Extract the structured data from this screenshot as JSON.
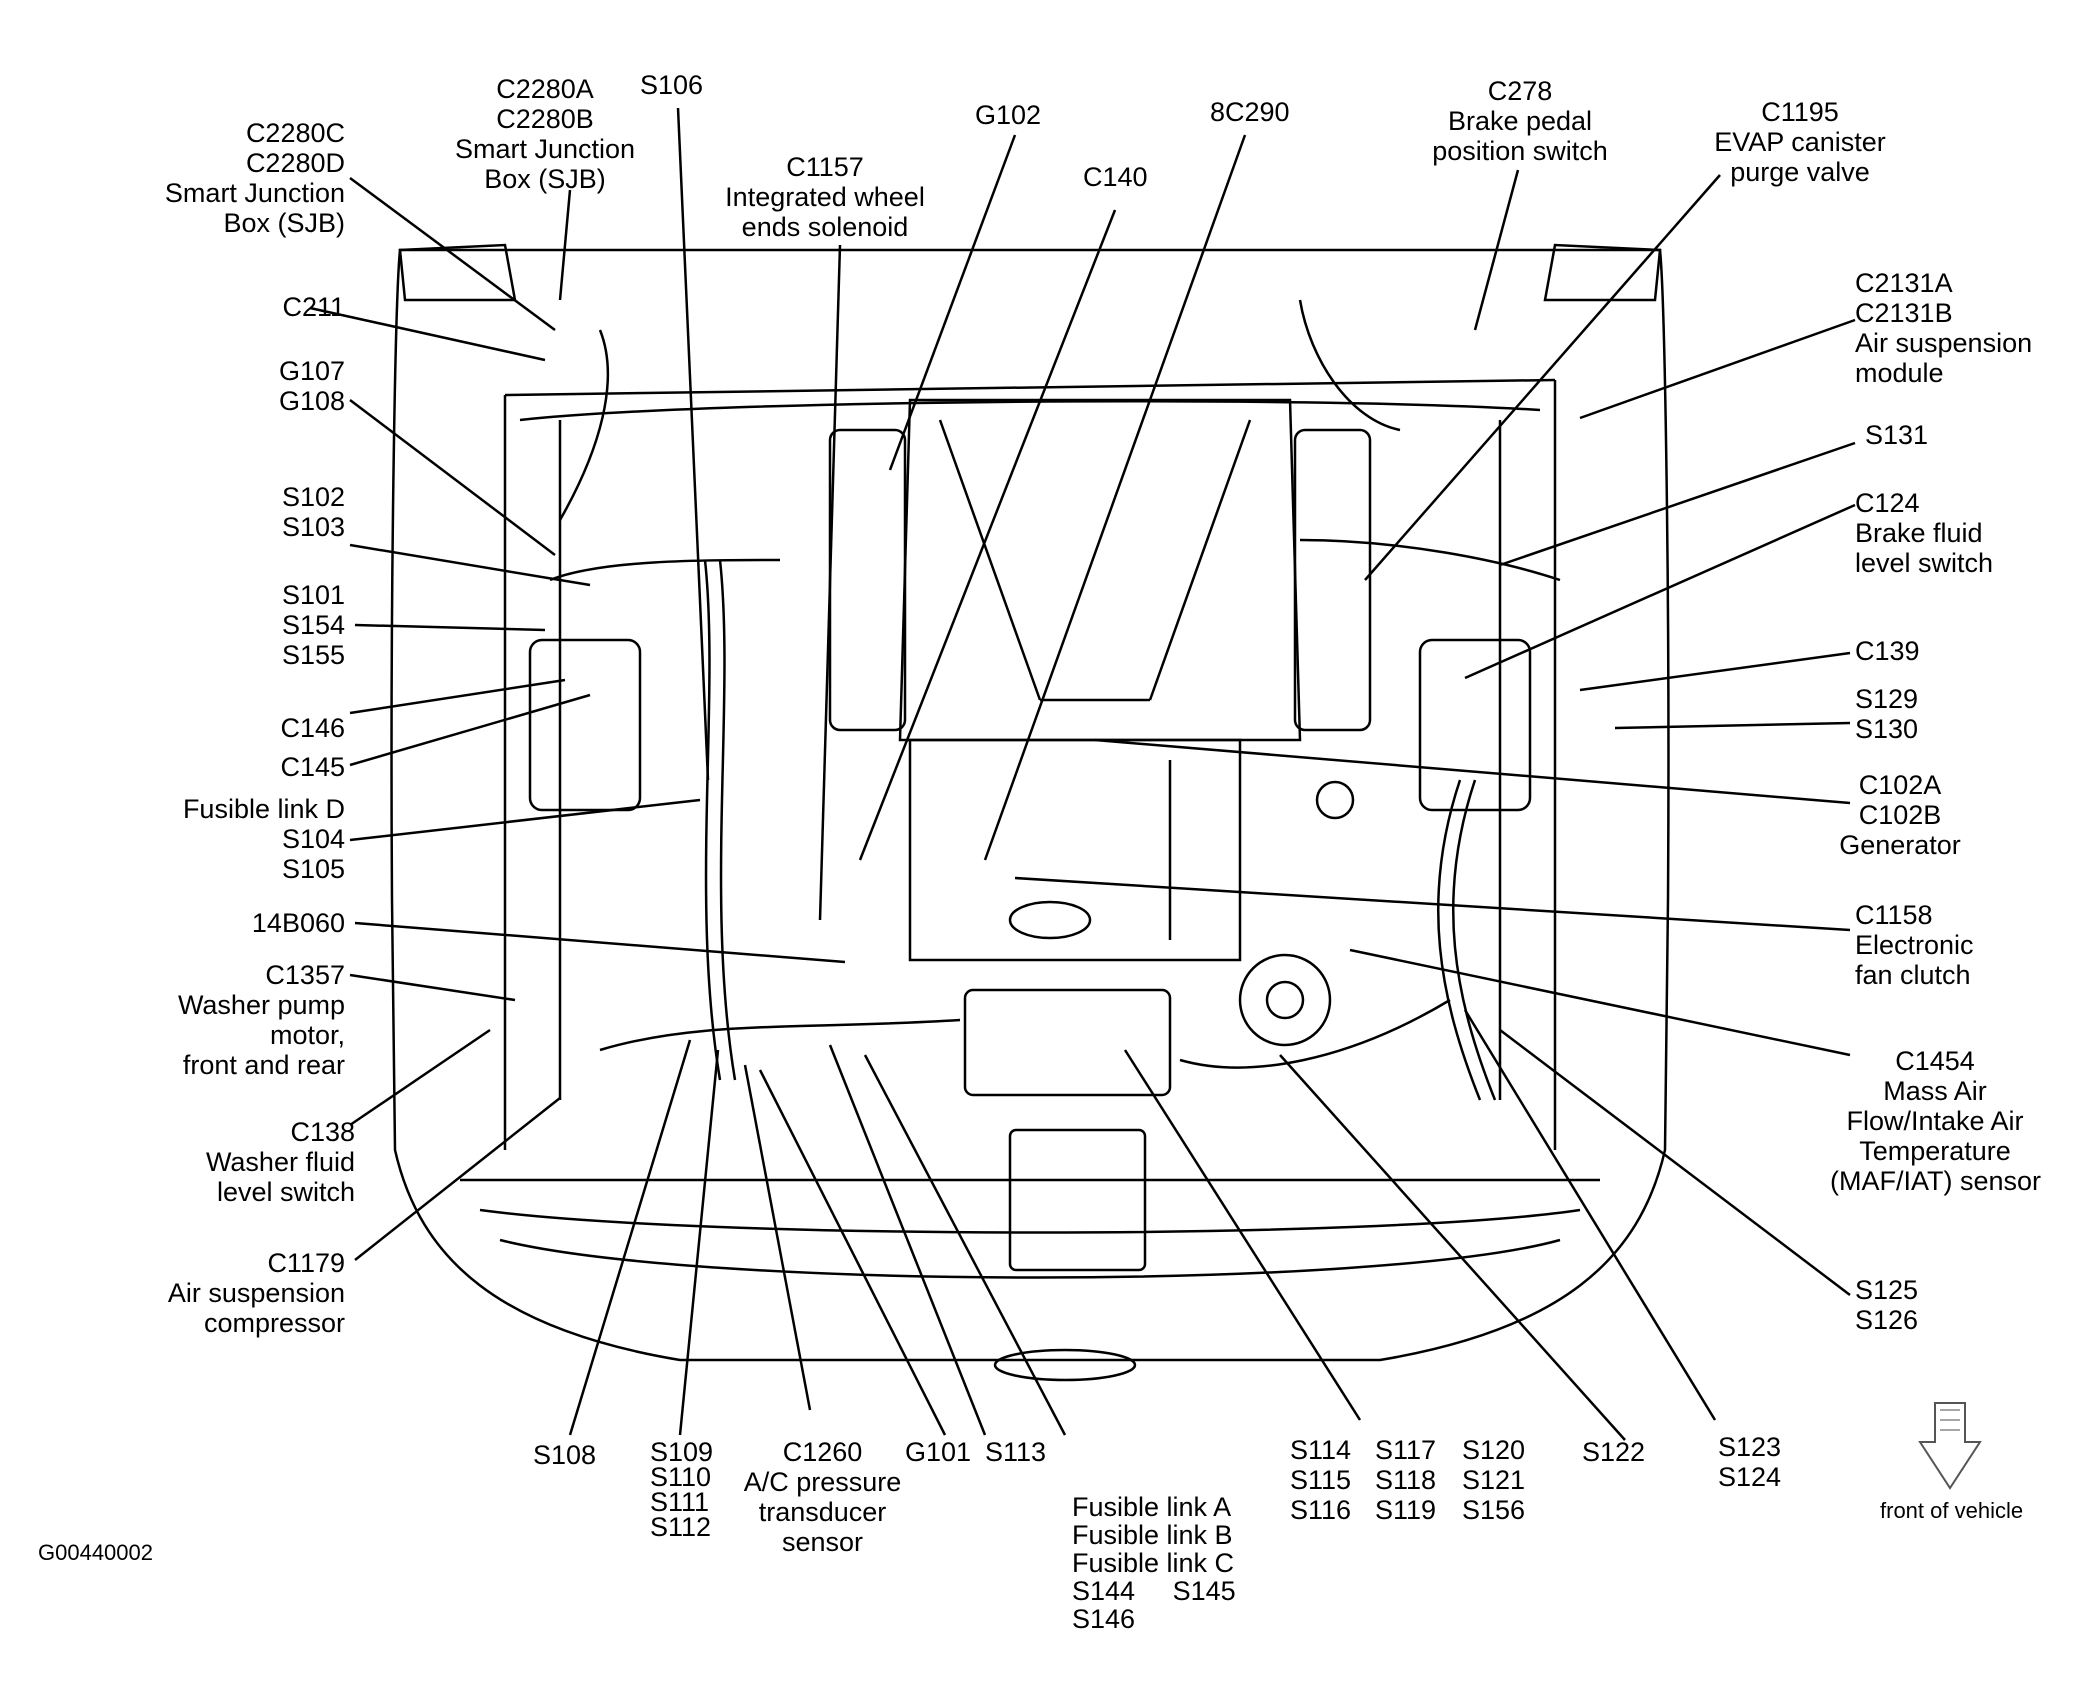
{
  "figure_id": "G00440002",
  "front_of_vehicle_label": "front of vehicle",
  "labels": {
    "c2280cd": [
      "C2280C",
      "C2280D",
      "Smart Junction",
      "Box (SJB)"
    ],
    "c2280ab": [
      "C2280A",
      "C2280B",
      "Smart Junction",
      "Box (SJB)"
    ],
    "s106": [
      "S106"
    ],
    "c1157": [
      "C1157",
      "Integrated wheel",
      "ends solenoid"
    ],
    "g102": [
      "G102"
    ],
    "c140": [
      "C140"
    ],
    "c8c290": [
      "8C290"
    ],
    "c278": [
      "C278",
      "Brake pedal",
      "position switch"
    ],
    "c1195": [
      "C1195",
      "EVAP canister",
      "purge valve"
    ],
    "c211": [
      "C211"
    ],
    "g107": [
      "G107",
      "G108"
    ],
    "s102": [
      "S102",
      "S103"
    ],
    "s101": [
      "S101",
      "S154",
      "S155"
    ],
    "c146": [
      "C146"
    ],
    "c145": [
      "C145"
    ],
    "s104": [
      "Fusible link D",
      "S104",
      "S105"
    ],
    "b14060": [
      "14B060"
    ],
    "c1357": [
      "C1357",
      "Washer pump",
      "motor,",
      "front and rear"
    ],
    "c138": [
      "C138",
      "Washer fluid",
      "level switch"
    ],
    "c1179": [
      "C1179",
      "Air suspension",
      "compressor"
    ],
    "c2131": [
      "C2131A",
      "C2131B",
      "Air suspension",
      "module"
    ],
    "s131": [
      "S131"
    ],
    "c124": [
      "C124",
      "Brake fluid",
      "level switch"
    ],
    "c139": [
      "C139"
    ],
    "s129": [
      "S129",
      "S130"
    ],
    "c102": [
      "C102A",
      "C102B",
      "Generator"
    ],
    "c1158": [
      "C1158",
      "Electronic",
      "fan clutch"
    ],
    "c1454": [
      "C1454",
      "Mass Air",
      "Flow/Intake Air",
      "Temperature",
      "(MAF/IAT) sensor"
    ],
    "s125": [
      "S125",
      "S126"
    ],
    "s108": [
      "S108"
    ],
    "s109": [
      "S109",
      "S110",
      "S111",
      "S112"
    ],
    "c1260": [
      "C1260",
      "A/C pressure",
      "transducer",
      "sensor"
    ],
    "g101": [
      "G101"
    ],
    "s113": [
      "S113"
    ],
    "fusible": [
      "Fusible link A",
      "Fusible link B",
      "Fusible link C",
      "S144     S145",
      "S146"
    ],
    "s114": [
      "S114",
      "S115",
      "S116"
    ],
    "s117": [
      "S117",
      "S118",
      "S119"
    ],
    "s120": [
      "S120",
      "S121",
      "S156"
    ],
    "s122": [
      "S122"
    ],
    "s123": [
      "S123",
      "S124"
    ]
  }
}
